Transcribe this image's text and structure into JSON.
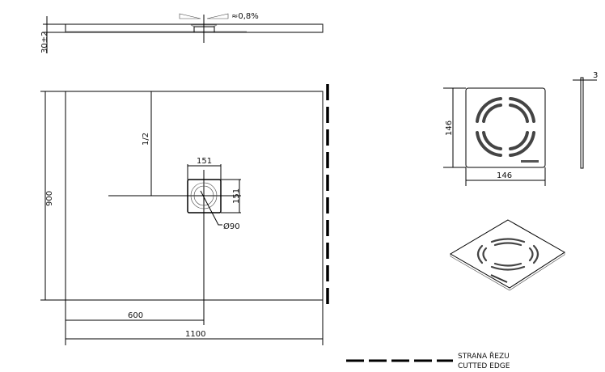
{
  "drawing": {
    "side_view": {
      "slope_label": "≈0,8%",
      "height_label": "30±2"
    },
    "plan_view": {
      "height_label": "900",
      "width_label": "1100",
      "drain_offset_x_label": "600",
      "drain_offset_y_label": "1/2",
      "drain_width_label": "151",
      "drain_height_label": "151",
      "drain_diameter_label": "Ø90"
    },
    "grate_detail": {
      "width_label": "146",
      "height_label": "146",
      "thickness_label": "3"
    },
    "legend": {
      "line_1": "STRANA ŘEZU",
      "line_2": "CUTTED EDGE"
    }
  }
}
